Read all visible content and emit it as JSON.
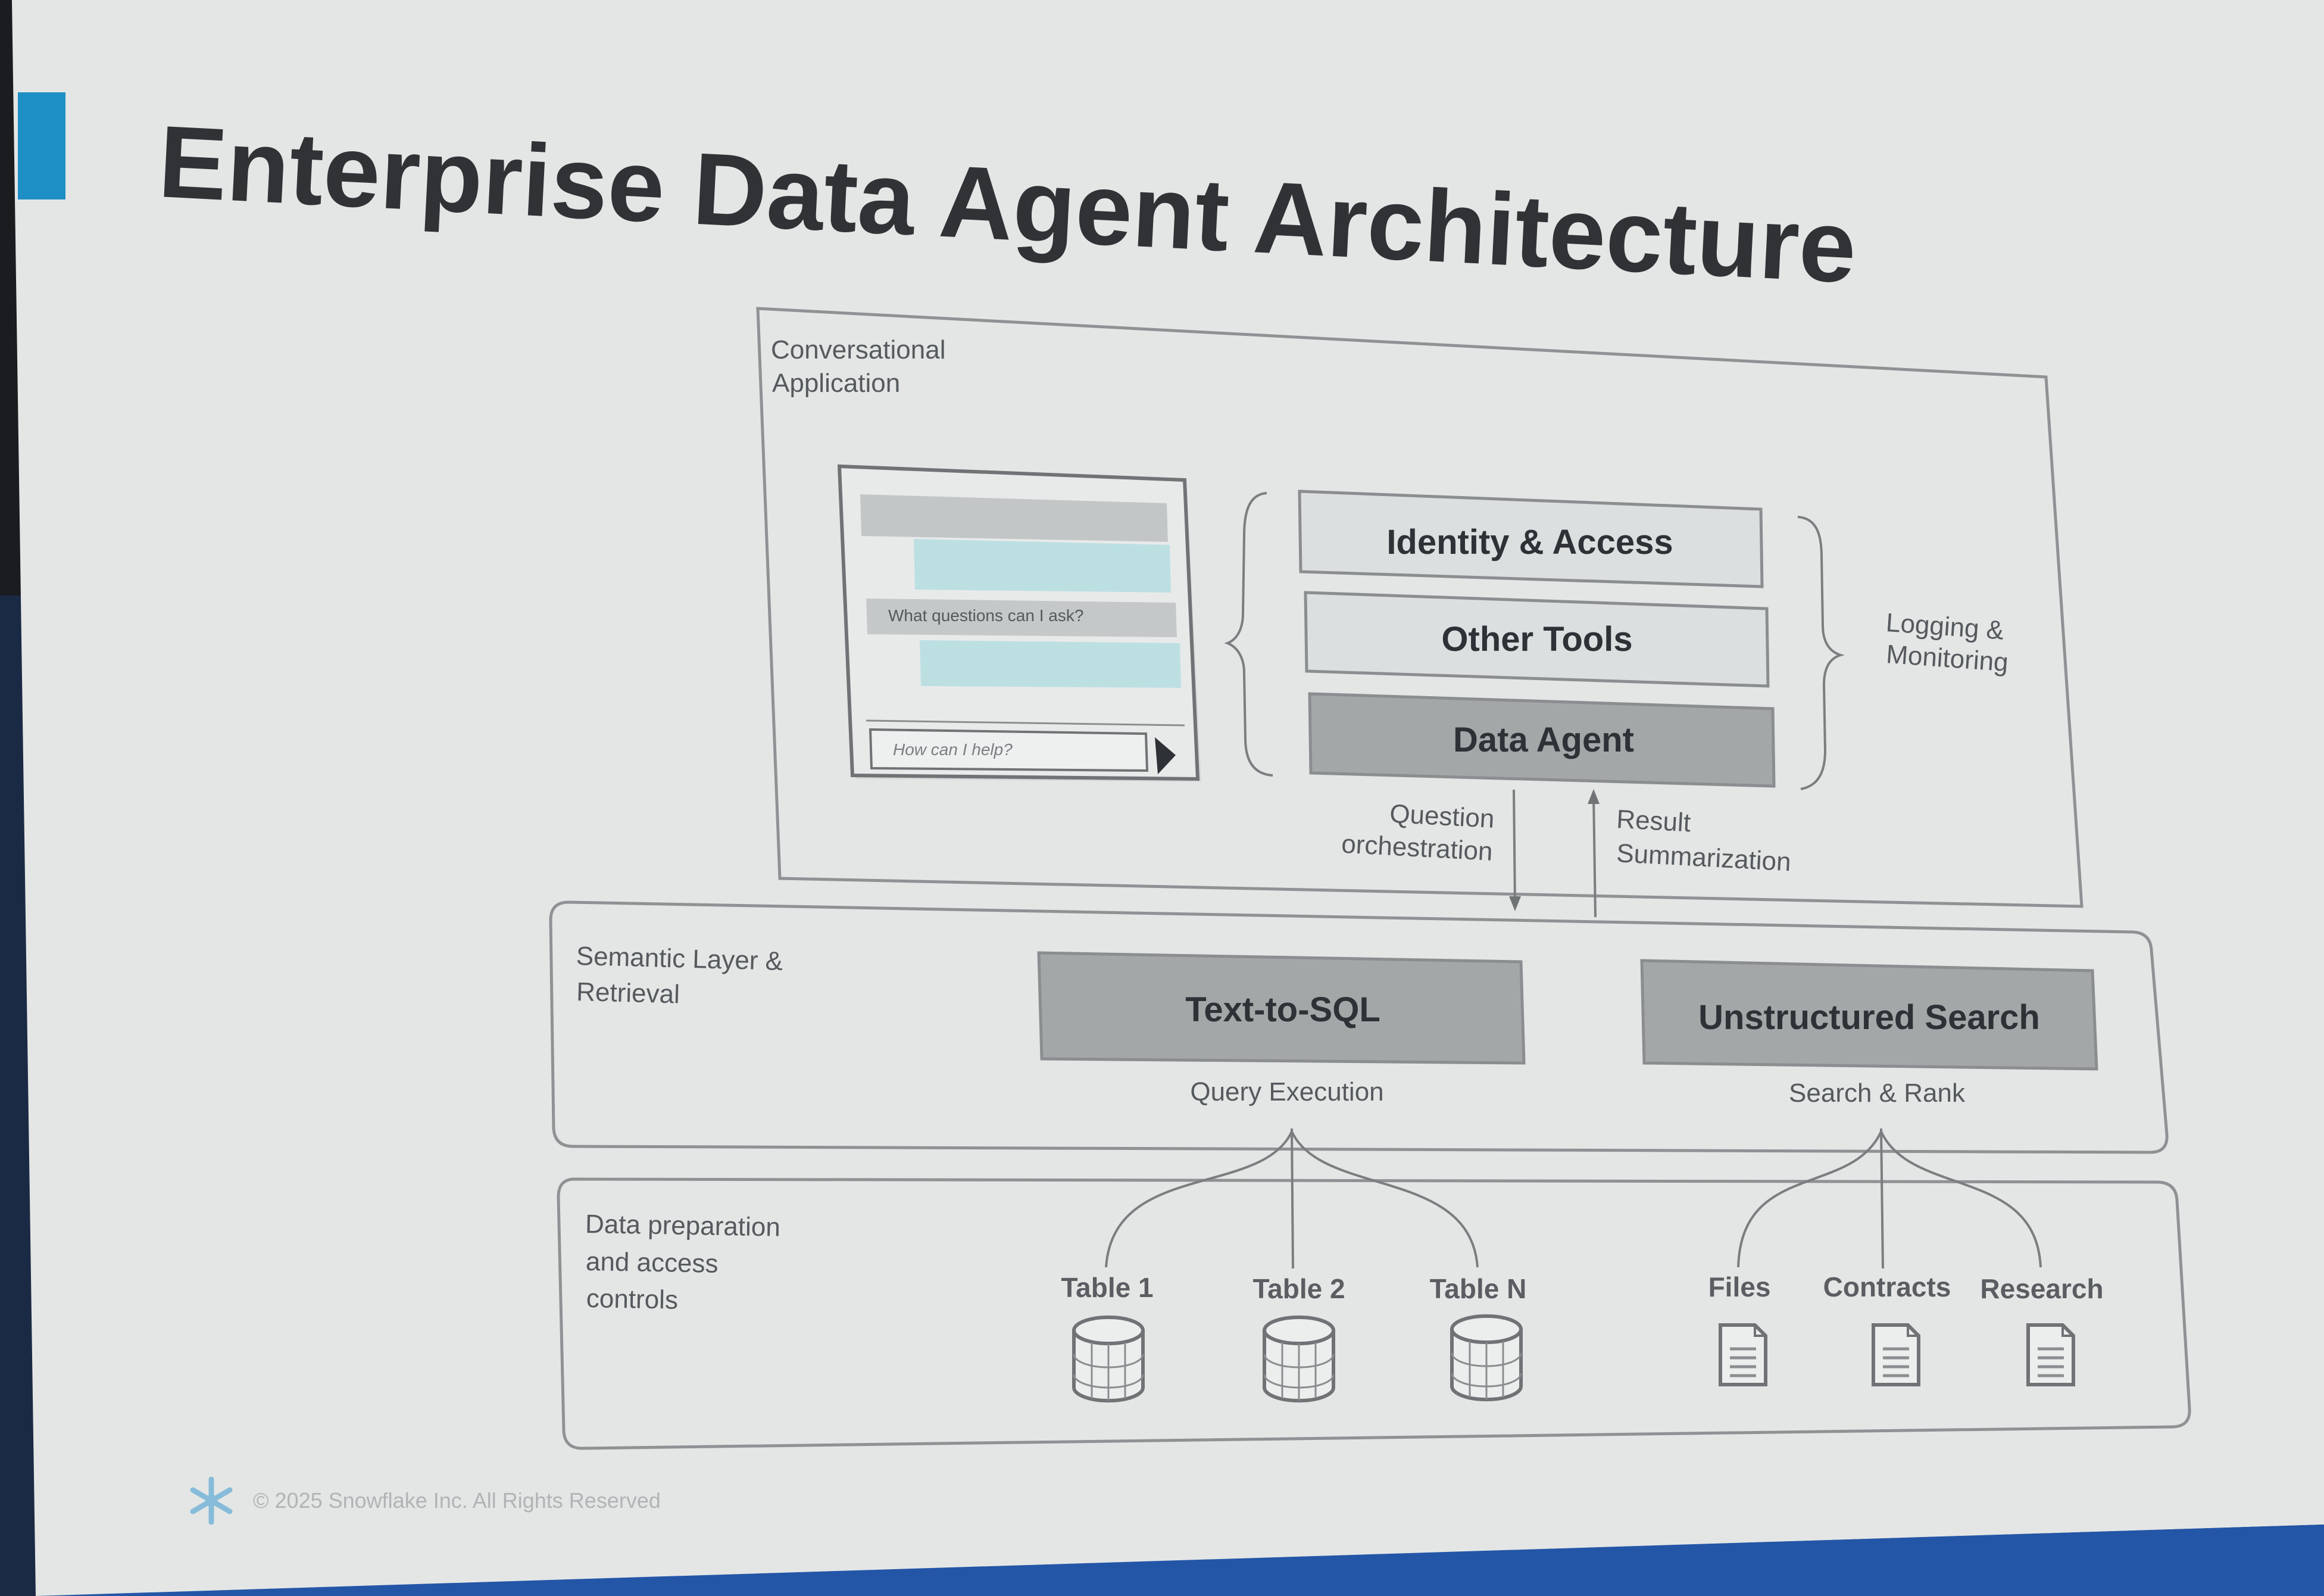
{
  "slide": {
    "title": "Enterprise Data Agent Architecture",
    "footer": "© 2025 Snowflake Inc. All Rights Reserved"
  },
  "conversational": {
    "label_line1": "Conversational",
    "label_line2": "Application",
    "chat": {
      "question": "What questions can I ask?",
      "input_placeholder": "How can I help?"
    },
    "identity_access": "Identity & Access",
    "other_tools": "Other Tools",
    "data_agent": "Data Agent",
    "logging_line1": "Logging &",
    "logging_line2": "Monitoring",
    "question_line1": "Question",
    "question_line2": "orchestration",
    "result_line1": "Result",
    "result_line2": "Summarization"
  },
  "semantic": {
    "label_line1": "Semantic Layer &",
    "label_line2": "Retrieval",
    "text_to_sql": "Text-to-SQL",
    "query_execution": "Query Execution",
    "unstructured_search": "Unstructured Search",
    "search_rank": "Search & Rank"
  },
  "data_prep": {
    "label_line1": "Data preparation",
    "label_line2": "and access",
    "label_line3": "controls",
    "tables": [
      "Table 1",
      "Table 2",
      "Table N"
    ],
    "documents": [
      "Files",
      "Contracts",
      "Research"
    ]
  },
  "colors": {
    "slide_bg": "#e5e7e6",
    "accent_bar": "#1e8fc4",
    "chat_bubble": "#bcdfe2",
    "dark_box": "#a3a7a8"
  }
}
